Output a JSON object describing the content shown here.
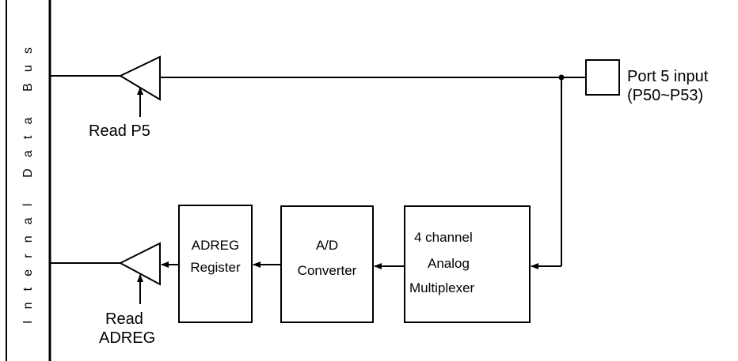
{
  "bus_label": "Internal Data Bus",
  "port5": {
    "line1": "Port 5 input",
    "line2": "(P50~P53)"
  },
  "read_p5": "Read P5",
  "read_adreg": {
    "line1": "Read",
    "line2": "ADREG"
  },
  "adreg_register": {
    "line1": "ADREG",
    "line2": "Register"
  },
  "ad_converter": {
    "line1": "A/D",
    "line2": "Converter"
  },
  "multiplexer": {
    "line1": "4 channel",
    "line2": "Analog",
    "line3": "Multiplexer"
  },
  "colors": {
    "ink": "#000000",
    "paper": "#ffffff"
  }
}
